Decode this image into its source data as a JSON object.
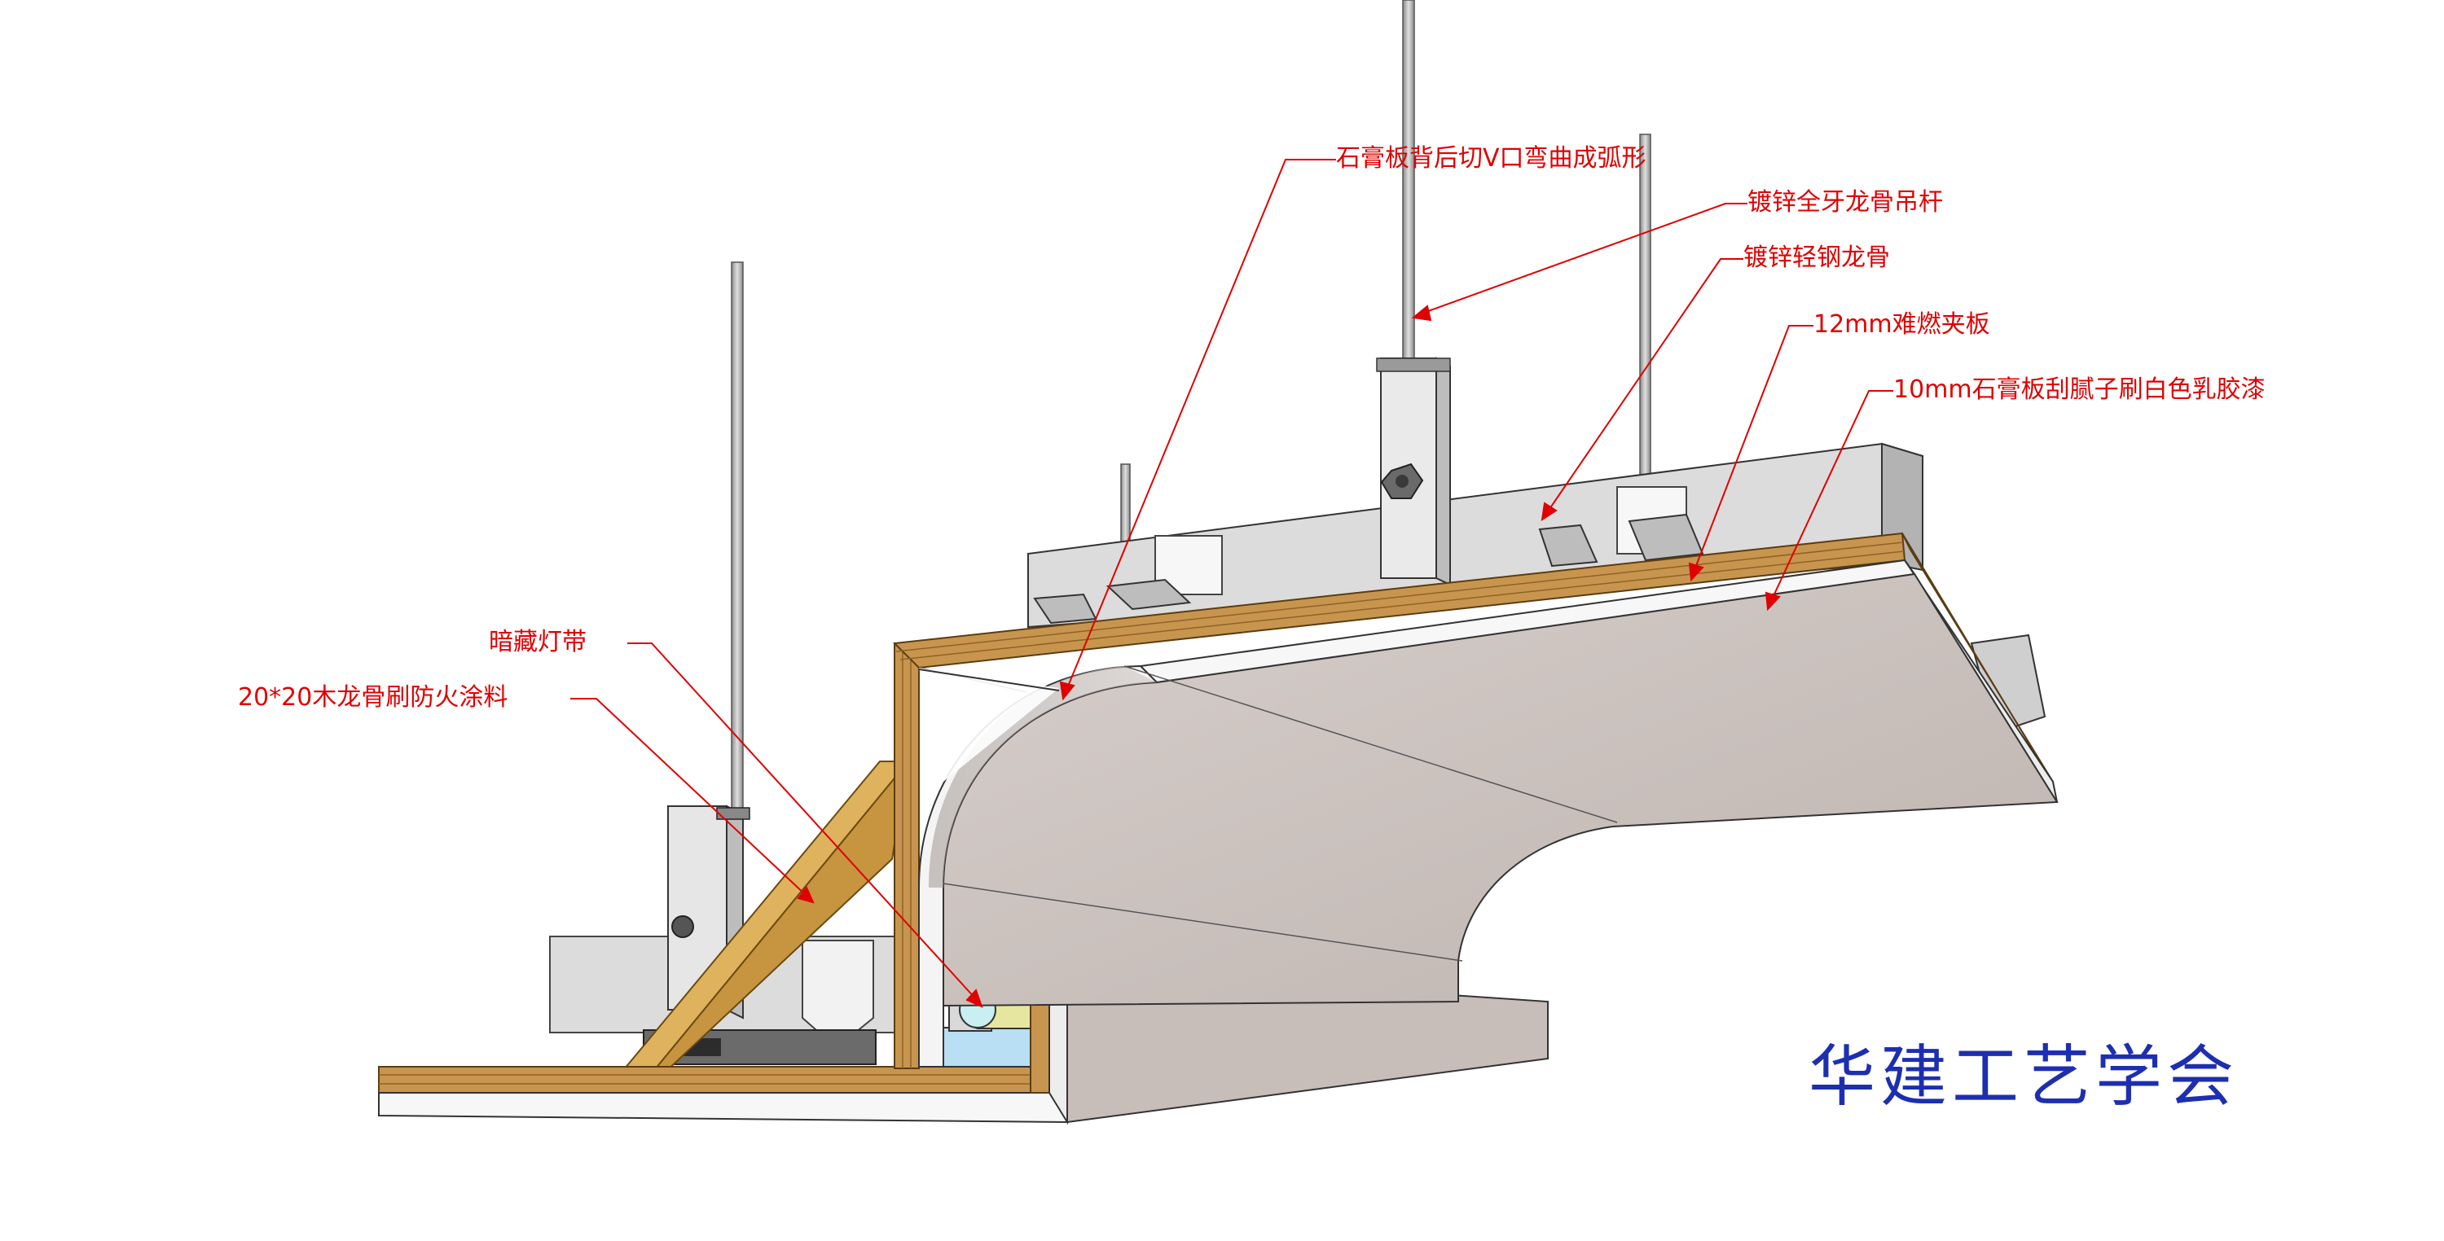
{
  "labels": {
    "v_cut": "石膏板背后切V口弯曲成弧形",
    "hanger_rod": "镀锌全牙龙骨吊杆",
    "light_keel": "镀锌轻钢龙骨",
    "plywood": "12mm难燃夹板",
    "gypsum": "10mm石膏板刮腻子刷白色乳胶漆",
    "light_strip": "暗藏灯带",
    "wood_keel": "20*20木龙骨刷防火涂料"
  },
  "watermark": "华建工艺学会",
  "colors": {
    "annotation": "#e00000",
    "watermark": "#1d2fb0",
    "gypsum_face": "#cfc6c2",
    "plywood": "#c8954f",
    "steel": "#d8d8d8",
    "wood": "#e0b25a"
  }
}
